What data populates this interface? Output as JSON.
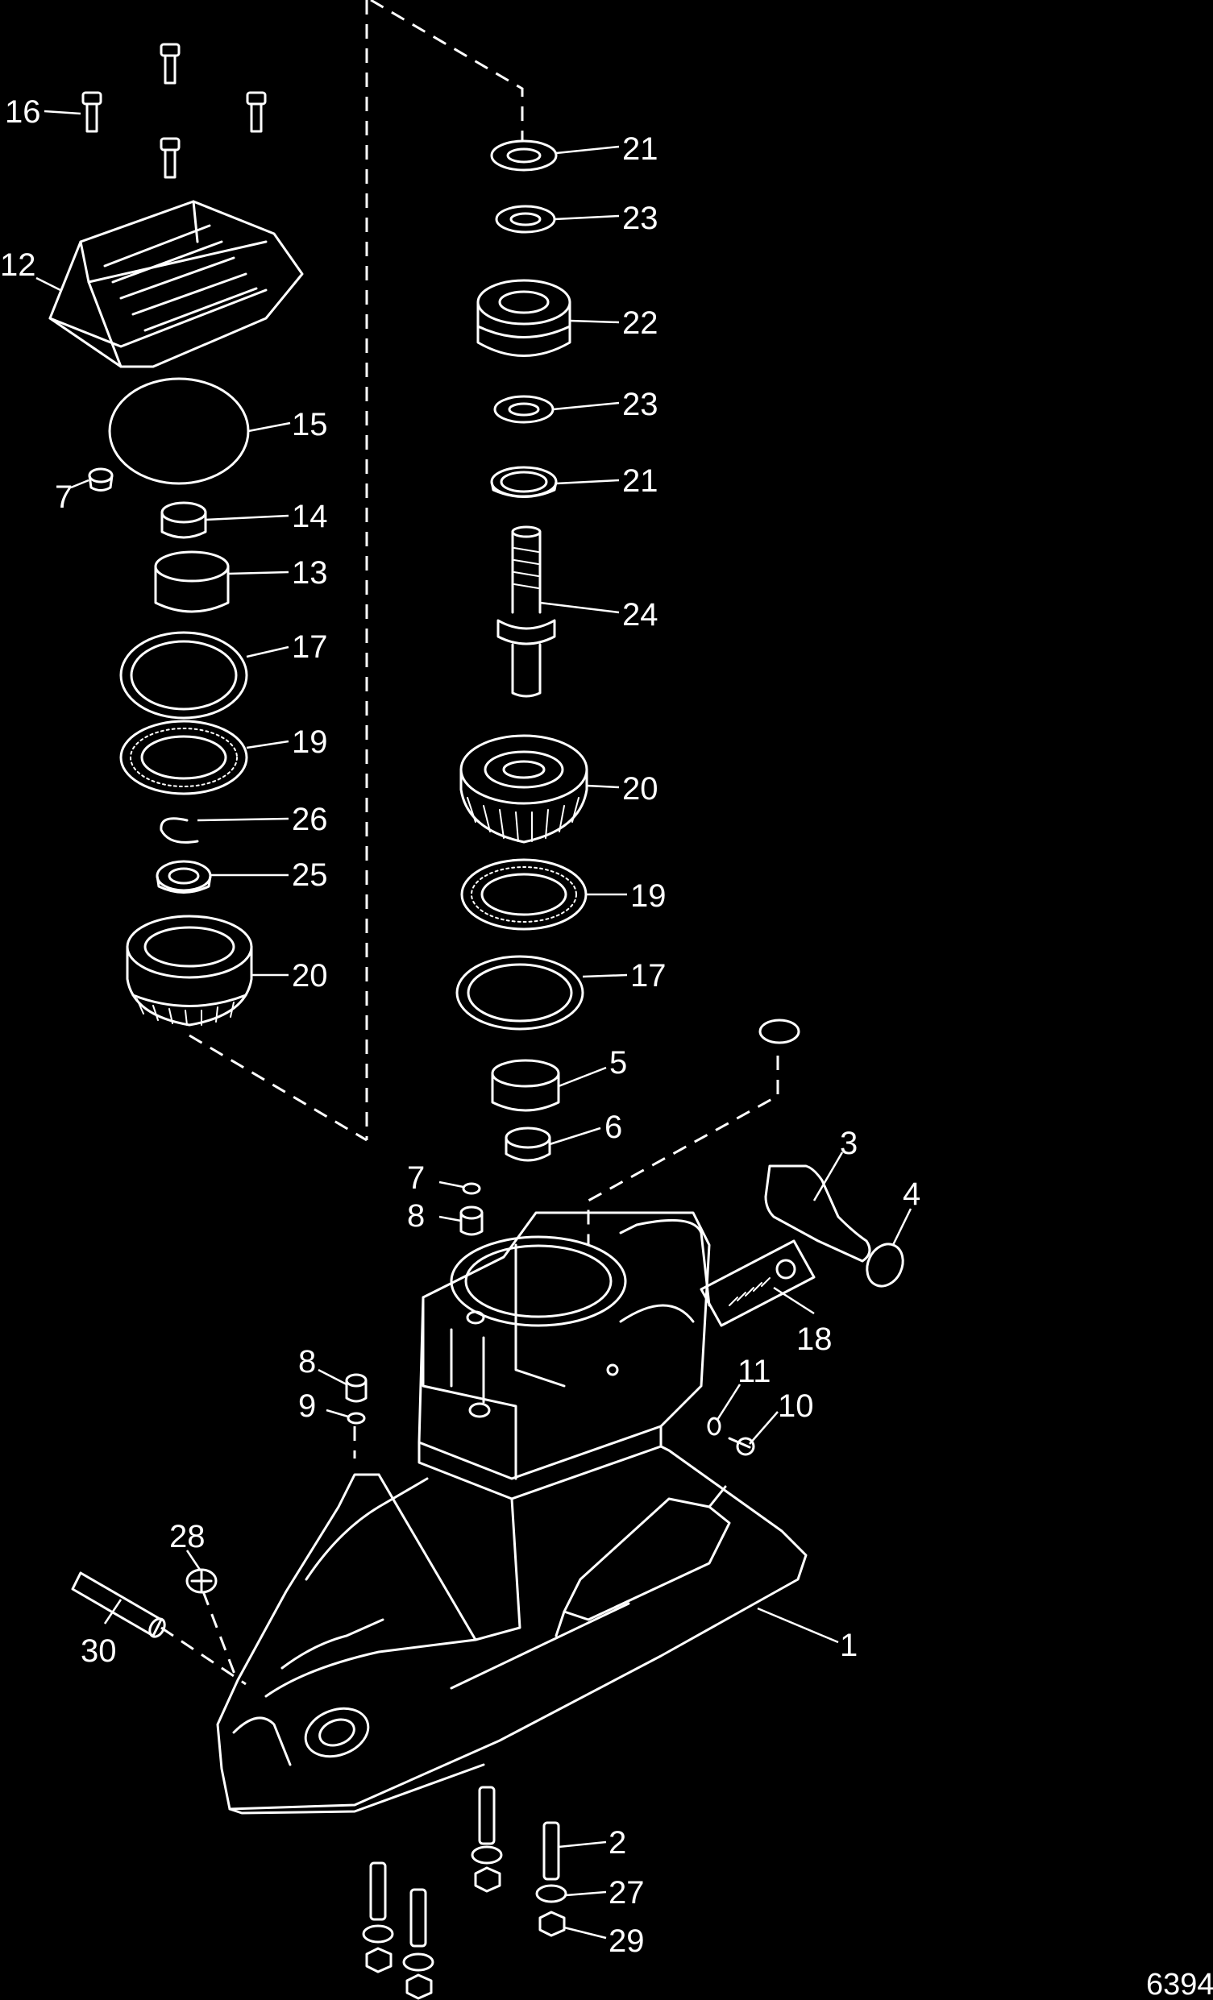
{
  "figure_number": "6394",
  "callouts": [
    "16",
    "12",
    "15",
    "7",
    "14",
    "13",
    "17",
    "19",
    "26",
    "25",
    "20",
    "21",
    "23",
    "22",
    "23",
    "21",
    "24",
    "20",
    "19",
    "17",
    "5",
    "6",
    "7",
    "8",
    "3",
    "4",
    "18",
    "8",
    "9",
    "11",
    "10",
    "28",
    "30",
    "1",
    "2",
    "27",
    "29"
  ]
}
